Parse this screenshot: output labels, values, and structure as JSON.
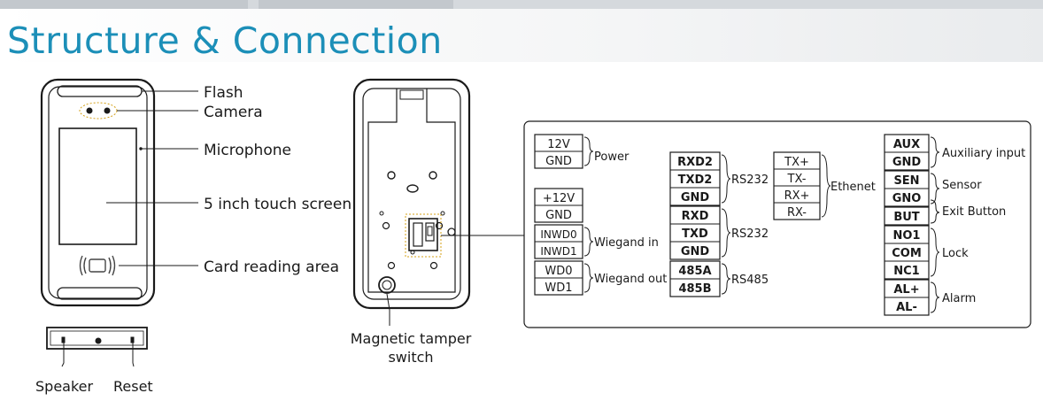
{
  "title": "Structure & Connection",
  "device_labels": {
    "flash": "Flash",
    "camera": "Camera",
    "microphone": "Microphone",
    "touch_screen": "5 inch touch screen",
    "card_reading_area": "Card reading area",
    "speaker": "Speaker",
    "reset": "Reset",
    "tamper_line1": "Magnetic tamper",
    "tamper_line2": "switch"
  },
  "terminals": {
    "power": {
      "pins": [
        "12V",
        "GND"
      ],
      "label": "Power"
    },
    "misc_pins": [
      "+12V",
      "GND"
    ],
    "wiegand_in": {
      "pins": [
        "INWD0",
        "INWD1"
      ],
      "label": "Wiegand in"
    },
    "wiegand_out": {
      "pins": [
        "WD0",
        "WD1"
      ],
      "label": "Wiegand out"
    },
    "rs232_a": {
      "pins": [
        "RXD2",
        "TXD2",
        "GND"
      ],
      "label": "RS232"
    },
    "rs232_b": {
      "pins": [
        "RXD",
        "TXD",
        "GND"
      ],
      "label": "RS232"
    },
    "rs485": {
      "pins": [
        "485A",
        "485B"
      ],
      "label": "RS485"
    },
    "ethernet": {
      "pins": [
        "TX+",
        "TX-",
        "RX+",
        "RX-"
      ],
      "label": "Ethenet"
    },
    "auxiliary": {
      "pins": [
        "AUX",
        "GND"
      ],
      "label": "Auxiliary input"
    },
    "sensor": {
      "pins": [
        "SEN",
        "GNO"
      ],
      "label": "Sensor"
    },
    "exit_button": {
      "pins": [
        "BUT"
      ],
      "label": "Exit Button"
    },
    "lock": {
      "pins": [
        "NO1",
        "COM",
        "NC1"
      ],
      "label": "Lock"
    },
    "alarm": {
      "pins": [
        "AL+",
        "AL-"
      ],
      "label": "Alarm"
    }
  },
  "colors": {
    "title": "#1c8fb8",
    "line": "#1a1a1a",
    "card_icon": "#555555"
  }
}
